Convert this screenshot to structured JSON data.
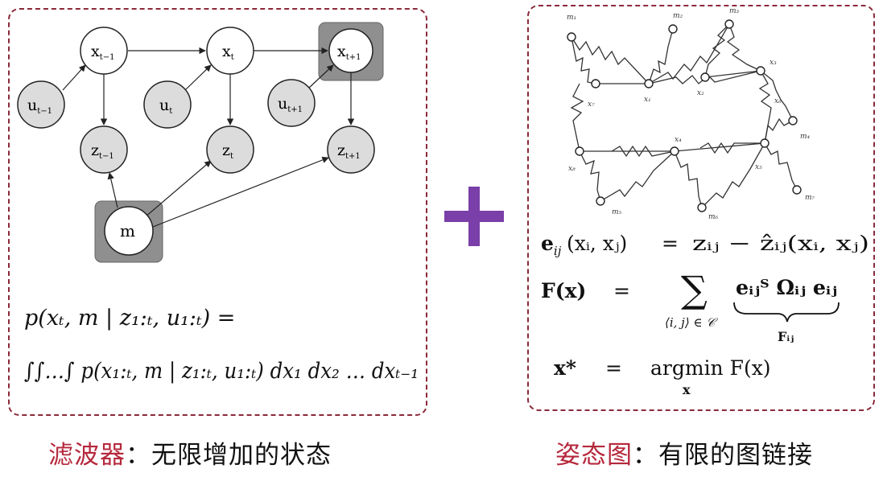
{
  "colors": {
    "panel_border": "#8b2a3a",
    "node_fill_light": "#dcdcdc",
    "node_fill_white": "#ffffff",
    "highlight_box": "#8f8f8f",
    "plus": "#7a3fa8",
    "caption_red": "#b5283c",
    "caption_black": "#111111"
  },
  "filter_panel": {
    "nodes": {
      "x_prev": {
        "base": "x",
        "sub": "t−1"
      },
      "x_curr": {
        "base": "x",
        "sub": "t"
      },
      "x_next": {
        "base": "x",
        "sub": "t+1"
      },
      "u_prev": {
        "base": "u",
        "sub": "t−1"
      },
      "u_curr": {
        "base": "u",
        "sub": "t"
      },
      "u_next": {
        "base": "u",
        "sub": "t+1"
      },
      "z_prev": {
        "base": "z",
        "sub": "t−1"
      },
      "z_curr": {
        "base": "z",
        "sub": "t"
      },
      "z_next": {
        "base": "z",
        "sub": "t+1"
      },
      "m": {
        "base": "m",
        "sub": ""
      }
    },
    "formula_line1": "p(xₜ, m | z₁:ₜ, u₁:ₜ) =",
    "formula_line2": "∫∫…∫ p(x₁:ₜ, m | z₁:ₜ, u₁:ₜ) dx₁ dx₂ … dxₜ₋₁"
  },
  "plus_icon": "plus-icon",
  "graph_panel": {
    "node_labels": {
      "m_top_left": "m₁",
      "m_top_mid": "m₂",
      "m_top_right": "m₃",
      "x_top_right": "x₃",
      "x_right_mid": "m₄",
      "x_a": "x₁",
      "x_b": "x₂",
      "x_c": "x₄",
      "x_d": "x₅",
      "x_e": "x₆",
      "m_bottom_left": "m₅",
      "m_bottom_mid": "m₆",
      "m_bottom_right": "m₇",
      "x_left_side": "x₇",
      "x_left_lower": "x₈"
    },
    "eq1_lhs": "e",
    "eq1_lhs_sub": "ij",
    "eq1_args": "(xᵢ, xⱼ)",
    "eq1_eq": "=",
    "eq1_rhs": "zᵢⱼ − ẑᵢⱼ(xᵢ, xⱼ)",
    "eq2_lhs": "F(x)",
    "eq2_eq": "=",
    "eq2_sum": "∑",
    "eq2_sum_sub": "⟨i, j⟩ ∈ 𝒞",
    "eq2_term": "eᵢⱼᵀ Ωᵢⱼ eᵢⱼ",
    "eq2_brace_label": "Fᵢⱼ",
    "eq3_lhs": "x*",
    "eq3_eq": "=",
    "eq3_rhs": "argmin F(x)",
    "eq3_sub": "x"
  },
  "captions": {
    "left_red": "滤波器",
    "left_colon": "：",
    "left_black": "无限增加的状态",
    "right_red": "姿态图",
    "right_colon": "：",
    "right_black": "有限的图链接"
  }
}
